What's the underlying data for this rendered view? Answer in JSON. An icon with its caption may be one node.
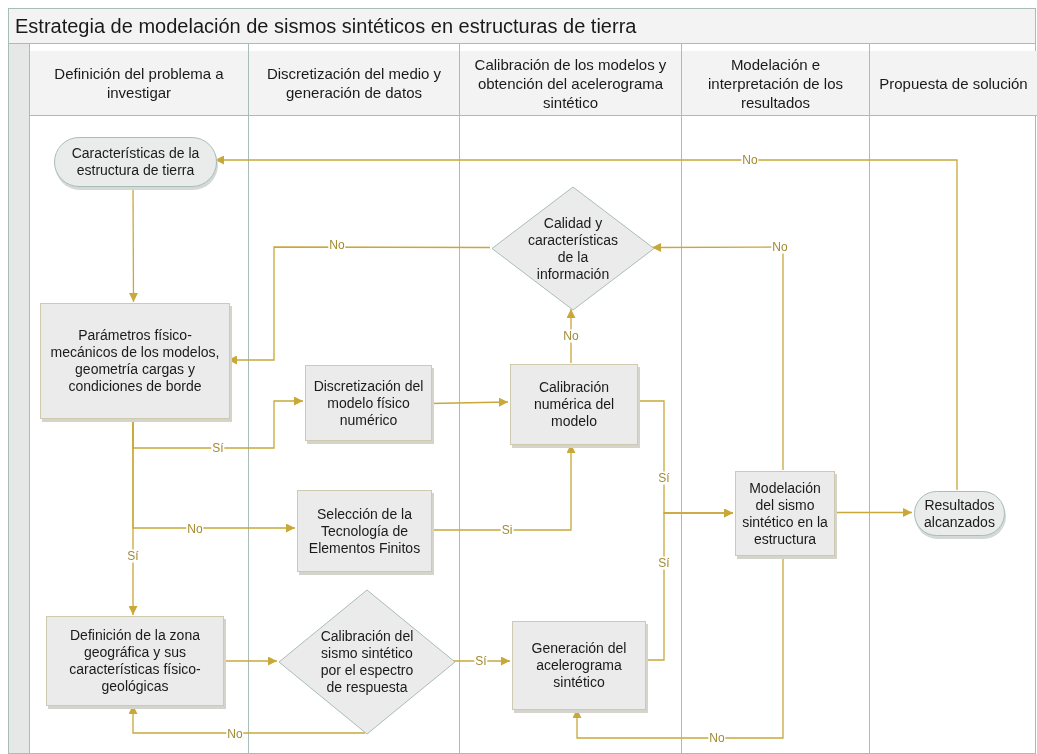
{
  "diagram": {
    "nodes": [
      {
        "text": [
          "Estrategia de modelación de sismos sintéticos en estructuras de tierra"
        ]
      },
      {
        "text": [
          "Definición del problema a investigar"
        ],
        "in": 0
      },
      {
        "text": [
          "Discretización del medio y generación de datos"
        ],
        "in": 0
      },
      {
        "text": [
          "Calibración de los modelos y obtención del acelerograma sintético"
        ],
        "in": 0
      },
      {
        "text": [
          "Modelación e interpretación de los resultados"
        ],
        "in": 0
      },
      {
        "text": [
          "Propuesta de solución"
        ],
        "in": 0
      },
      {
        "text": [
          "Características de la estructura de tierra"
        ],
        "in": 1
      },
      {
        "text": [
          "Parámetros físico-mecánicos de los modelos, geometría cargas y condiciones de borde"
        ],
        "in": 1
      },
      {
        "text": [
          "Definición de la zona geográfica y sus características físico-geológicas"
        ],
        "in": 1
      },
      {
        "text": [
          "Discretización del modelo físico numérico"
        ],
        "in": 2
      },
      {
        "text": [
          "Selección de la Tecnología de Elementos Finitos"
        ],
        "in": 2
      },
      {
        "text": [
          "Calibración del sismo sintético por el espectro de respuesta"
        ],
        "in": 2
      },
      {
        "text": [
          "Calidad y características de la información"
        ],
        "in": 3
      },
      {
        "text": [
          "Calibración numérica del modelo"
        ],
        "in": 3
      },
      {
        "text": [
          "Generación del acelerograma sintético"
        ],
        "in": 3
      },
      {
        "text": [
          "Modelación del sismo sintético en la estructura"
        ],
        "in": 4
      },
      {
        "text": [
          "Resultados alcanzados"
        ],
        "in": 5
      }
    ],
    "edges": [
      {
        "from": 6,
        "to": 7,
        "arrow": "to"
      },
      {
        "from": 7,
        "to": 9,
        "arrow": "to",
        "label": "Sí"
      },
      {
        "from": 7,
        "to": 10,
        "arrow": "to",
        "label": "No"
      },
      {
        "from": 7,
        "to": 8,
        "arrow": "to",
        "label": "Sí"
      },
      {
        "from": 9,
        "to": 13,
        "arrow": "to"
      },
      {
        "from": 10,
        "to": 13,
        "arrow": "to",
        "label": "Si"
      },
      {
        "from": 8,
        "to": 11,
        "arrow": "to"
      },
      {
        "from": 11,
        "to": 14,
        "arrow": "to",
        "label": "Sí"
      },
      {
        "from": 11,
        "to": 8,
        "arrow": "to",
        "label": "No"
      },
      {
        "from": 13,
        "to": 12,
        "arrow": "to",
        "label": "No"
      },
      {
        "from": 12,
        "to": 7,
        "arrow": "to",
        "label": "No"
      },
      {
        "from": 13,
        "to": 15,
        "arrow": "to",
        "label": "Sí"
      },
      {
        "from": 14,
        "to": 15,
        "arrow": "to",
        "label": "Sí"
      },
      {
        "from": 15,
        "to": 12,
        "arrow": "to",
        "label": "No"
      },
      {
        "from": 15,
        "to": 14,
        "arrow": "to",
        "label": "No"
      },
      {
        "from": 15,
        "to": 16,
        "arrow": "to"
      },
      {
        "from": 16,
        "to": 6,
        "arrow": "to",
        "label": "No"
      }
    ]
  }
}
